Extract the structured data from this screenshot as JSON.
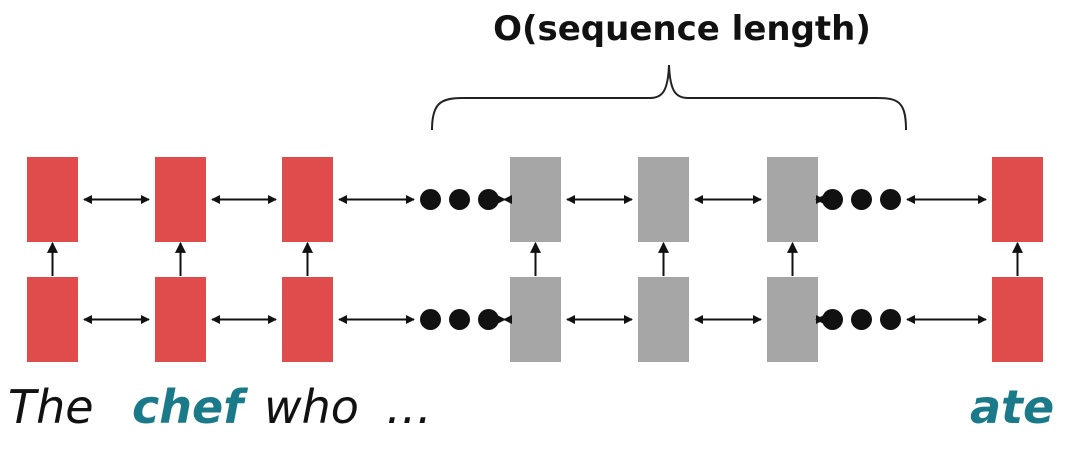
{
  "title": "O(sequence length)",
  "colors": {
    "active_cell": "#e04b4b",
    "inactive_cell": "#a6a6a6",
    "highlight_word": "#1a7a8a",
    "arrow": "#111111"
  },
  "layers": 2,
  "columns": [
    {
      "kind": "cell",
      "state": "active"
    },
    {
      "kind": "cell",
      "state": "active"
    },
    {
      "kind": "cell",
      "state": "active"
    },
    {
      "kind": "ellipsis"
    },
    {
      "kind": "cell",
      "state": "inactive"
    },
    {
      "kind": "cell",
      "state": "inactive"
    },
    {
      "kind": "cell",
      "state": "inactive"
    },
    {
      "kind": "ellipsis"
    },
    {
      "kind": "cell",
      "state": "active"
    }
  ],
  "words": [
    {
      "text": "The",
      "highlight": false
    },
    {
      "text": "chef",
      "highlight": true
    },
    {
      "text": "who",
      "highlight": false
    },
    {
      "text": "…",
      "highlight": false
    },
    {
      "text": "ate",
      "highlight": true
    }
  ]
}
